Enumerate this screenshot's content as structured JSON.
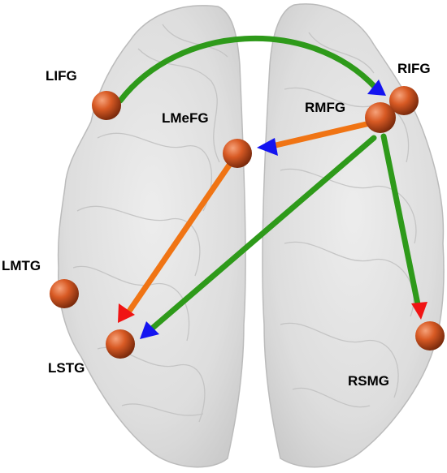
{
  "labels": {
    "lifg": "LIFG",
    "rifg": "RIFG",
    "rmfg": "RMFG",
    "lmefg": "LMeFG",
    "lmtg": "LMTG",
    "lstg": "LSTG",
    "rsmg": "RSMG"
  },
  "colors": {
    "brain_fill": "#d9d9d9",
    "brain_edge": "#b5b5b5",
    "node": "#c8501e",
    "green_edge": "#2e9a1a",
    "orange_edge": "#f07414",
    "blue_head": "#1414f0",
    "red_head": "#f01414"
  },
  "connections": [
    {
      "from": "LIFG",
      "to": "RMFG",
      "color": "green",
      "head": "blue"
    },
    {
      "from": "RMFG",
      "to": "LMeFG",
      "color": "orange",
      "head": "blue"
    },
    {
      "from": "LMeFG",
      "to": "LSTG",
      "color": "orange",
      "head": "red"
    },
    {
      "from": "RMFG",
      "to": "LSTG",
      "color": "green",
      "head": "blue"
    },
    {
      "from": "RMFG",
      "to": "RSMG",
      "color": "green",
      "head": "red"
    }
  ]
}
